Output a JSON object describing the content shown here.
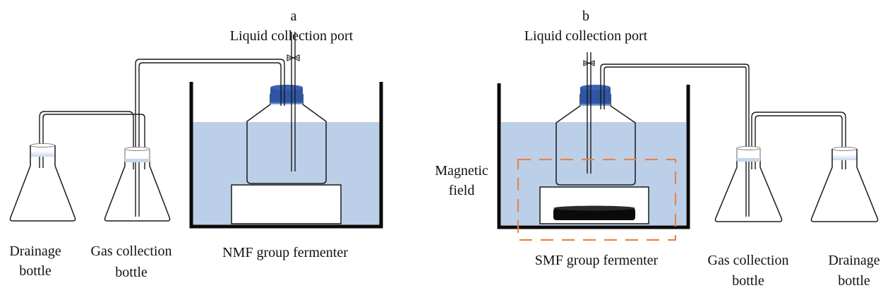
{
  "panels": {
    "a": {
      "letter": "a",
      "port_label": "Liquid collection port",
      "drainage_label": [
        "Drainage",
        "bottle"
      ],
      "gas_label": [
        "Gas collection",
        "bottle"
      ],
      "fermenter_label": "NMF group fermenter"
    },
    "b": {
      "letter": "b",
      "port_label": "Liquid collection port",
      "magnetic_label": [
        "Magnetic",
        "field"
      ],
      "fermenter_label": "SMF group fermenter",
      "gas_label": [
        "Gas collection",
        "bottle"
      ],
      "drainage_label": [
        "Drainage",
        "bottle"
      ]
    }
  },
  "colors": {
    "water": "#bccfe8",
    "cap": "#2e55a3",
    "field_box": "#e8844a",
    "magnet": "#0a0a0a",
    "outline": "#1a1a1a"
  }
}
